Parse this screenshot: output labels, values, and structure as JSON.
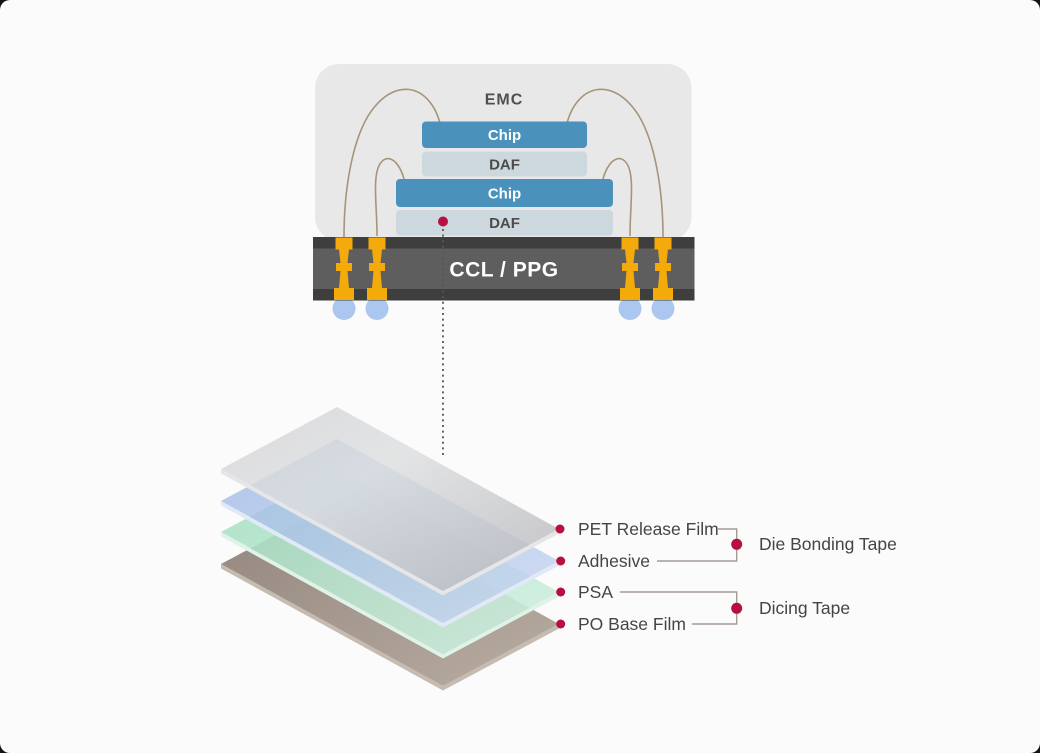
{
  "colors": {
    "page_bg": "#fbfbfb",
    "package_bg": "#e9e8e8",
    "chip_fill": "#4a91bb",
    "chip_text": "#ffffff",
    "daf_fill": "#ccd8de",
    "daf_text": "#4c4c4c",
    "emc_text": "#4f4f4f",
    "substrate_dark": "#3e3e3e",
    "substrate_mid": "#5e5e5e",
    "substrate_text": "#ffffff",
    "via_gold": "#f3aa0a",
    "solder_ball": "#abc7f0",
    "bond_wire": "#a5947a",
    "marker_red": "#b5103e",
    "leader_line": "#a39a96",
    "dotted_line": "#565656",
    "label_text": "#454545"
  },
  "package": {
    "emc_label": "EMC",
    "chip_top_label": "Chip",
    "daf_top_label": "DAF",
    "chip_bottom_label": "Chip",
    "daf_bottom_label": "DAF",
    "substrate_label": "CCL / PPG"
  },
  "tape_stack": {
    "layers": [
      {
        "label": "PET Release Film",
        "color": "#d2d2d4",
        "edge_color": "#e6e6e7"
      },
      {
        "label": "Adhesive",
        "color": "#9fb9e6",
        "edge_color": "#e2e9f6"
      },
      {
        "label": "PSA",
        "color": "#a2dec0",
        "edge_color": "#e0f3e9"
      },
      {
        "label": "PO Base Film",
        "color": "#91857d",
        "edge_color": "#c6bbb0"
      }
    ],
    "groups": [
      {
        "label": "Die Bonding Tape"
      },
      {
        "label": "Dicing Tape"
      }
    ]
  }
}
